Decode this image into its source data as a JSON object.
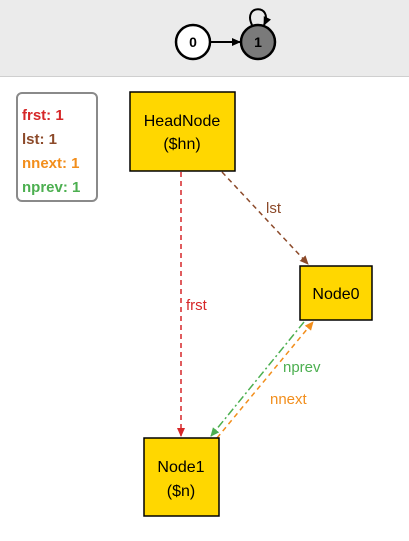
{
  "state_bar": {
    "states": [
      {
        "label": "0",
        "fill": "#ffffff",
        "text_color": "#000000"
      },
      {
        "label": "1",
        "fill": "#7a7a7a",
        "text_color": "#000000"
      }
    ]
  },
  "legend": {
    "items": [
      {
        "text": "frst: 1",
        "color": "#d62728"
      },
      {
        "text": "lst: 1",
        "color": "#8c4a2a"
      },
      {
        "text": "nnext: 1",
        "color": "#f28e1c"
      },
      {
        "text": "nprev: 1",
        "color": "#4caf50"
      }
    ]
  },
  "nodes": {
    "headnode": {
      "line1": "HeadNode",
      "line2": "($hn)"
    },
    "node0": {
      "line1": "Node0"
    },
    "node1": {
      "line1": "Node1",
      "line2": "($n)"
    }
  },
  "edges": {
    "frst": {
      "label": "frst",
      "color": "#d62728"
    },
    "lst": {
      "label": "lst",
      "color": "#8c4a2a"
    },
    "nprev": {
      "label": "nprev",
      "color": "#4caf50"
    },
    "nnext": {
      "label": "nnext",
      "color": "#f28e1c"
    }
  },
  "colors": {
    "node_fill": "#ffd700",
    "node_stroke": "#000000"
  }
}
